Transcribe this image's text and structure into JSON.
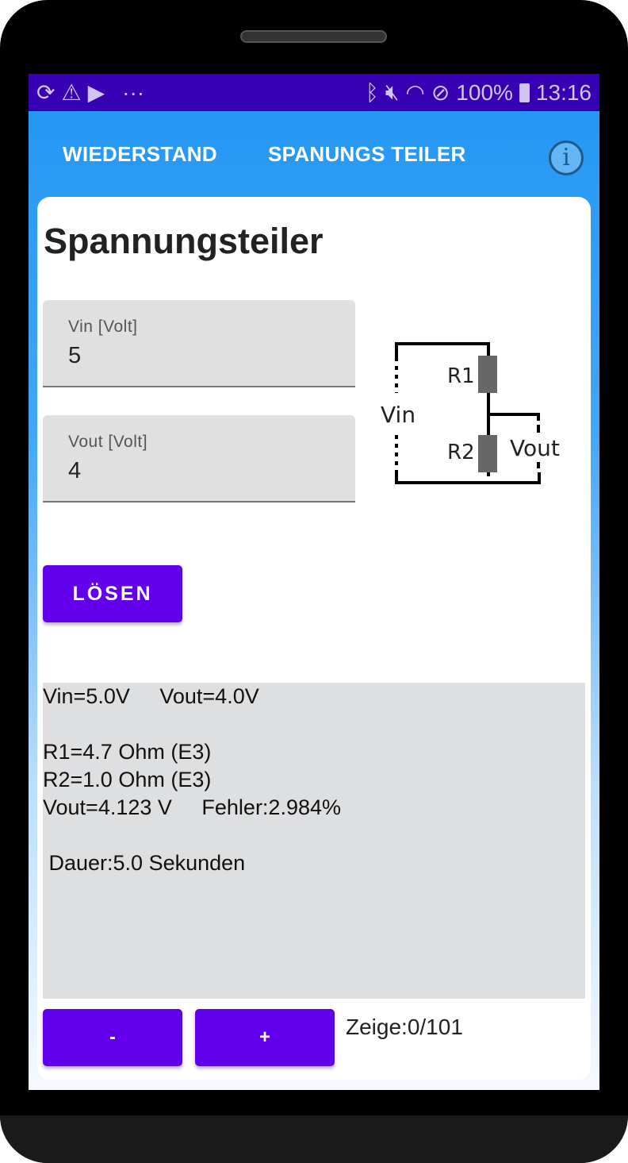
{
  "status_bar": {
    "icons_left": [
      "sync-icon",
      "warning-icon",
      "youtube-icon",
      "more-icon"
    ],
    "icons_right": [
      "bluetooth-icon",
      "mute-icon",
      "wifi-icon",
      "do-not-disturb-icon"
    ],
    "battery": "100%",
    "time": "13:16"
  },
  "tabs": [
    {
      "label": "WIEDERSTAND"
    },
    {
      "label": "SPANUNGS TEILER"
    }
  ],
  "title": "Spannungsteiler",
  "fields": {
    "vin": {
      "label": "Vin [Volt]",
      "value": "5"
    },
    "vout": {
      "label": "Vout [Volt]",
      "value": "4"
    }
  },
  "diagram": {
    "r1": "R1",
    "r2": "R2",
    "vin": "Vin",
    "vout": "Vout"
  },
  "solve_label": "LÖSEN",
  "result": {
    "line1": "Vin=5.0V     Vout=4.0V",
    "line2": "",
    "line3": "R1=4.7 Ohm (E3)",
    "line4": "R2=1.0 Ohm (E3)",
    "line5": "Vout=4.123 V     Fehler:2.984%",
    "line6": "",
    "line7": " Dauer:5.0 Sekunden"
  },
  "minus_label": "-",
  "plus_label": "+",
  "counter": "Zeige:0/101"
}
